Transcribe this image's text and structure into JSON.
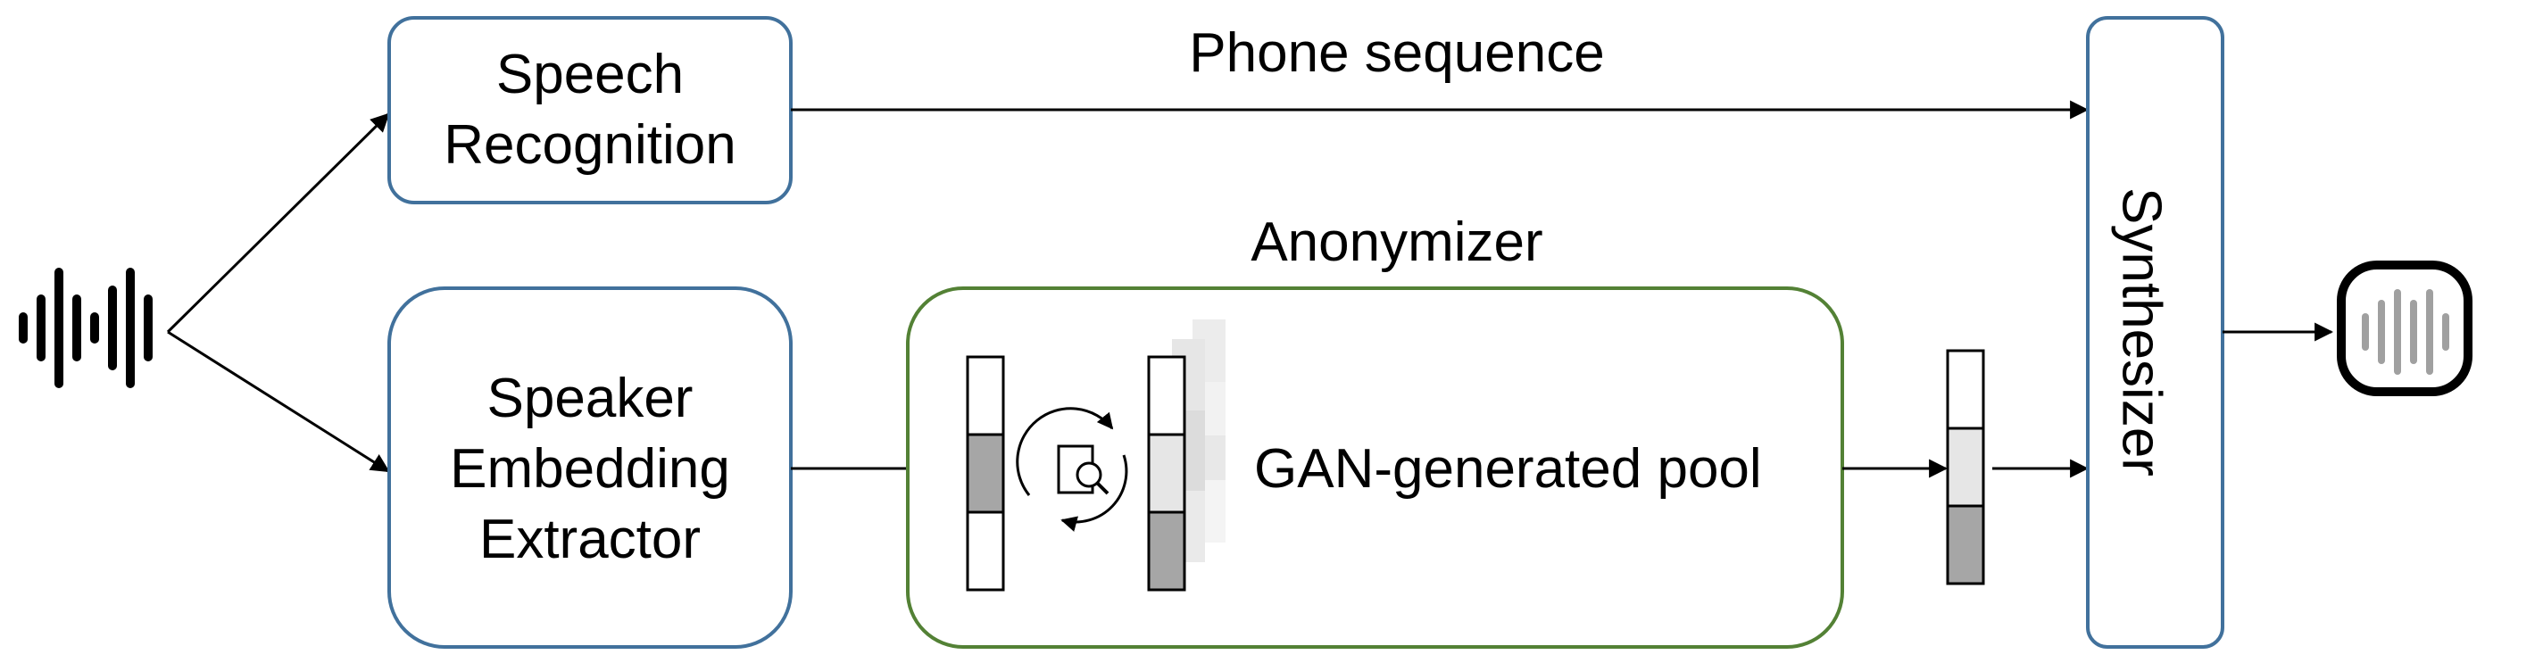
{
  "labels": {
    "phone_sequence": "Phone sequence",
    "anonymizer": "Anonymizer",
    "speech_recognition_line1": "Speech",
    "speech_recognition_line2": "Recognition",
    "speaker_embedding_line1": "Speaker",
    "speaker_embedding_line2": "Embedding",
    "speaker_embedding_line3": "Extractor",
    "gan_pool": "GAN-generated pool",
    "synthesizer": "Synthesizer"
  },
  "colors": {
    "blue_box_border": "#41719c",
    "green_box_border": "#538135",
    "line": "#000000",
    "vector_gray": "#a6a6a6",
    "vector_light": "#e6e6e6",
    "output_waveform": "#a0a0a0"
  },
  "icons": {
    "input_audio": "waveform-icon",
    "search_cycle": "search-cycle-icon",
    "output_audio": "audio-waveform-badge-icon"
  }
}
